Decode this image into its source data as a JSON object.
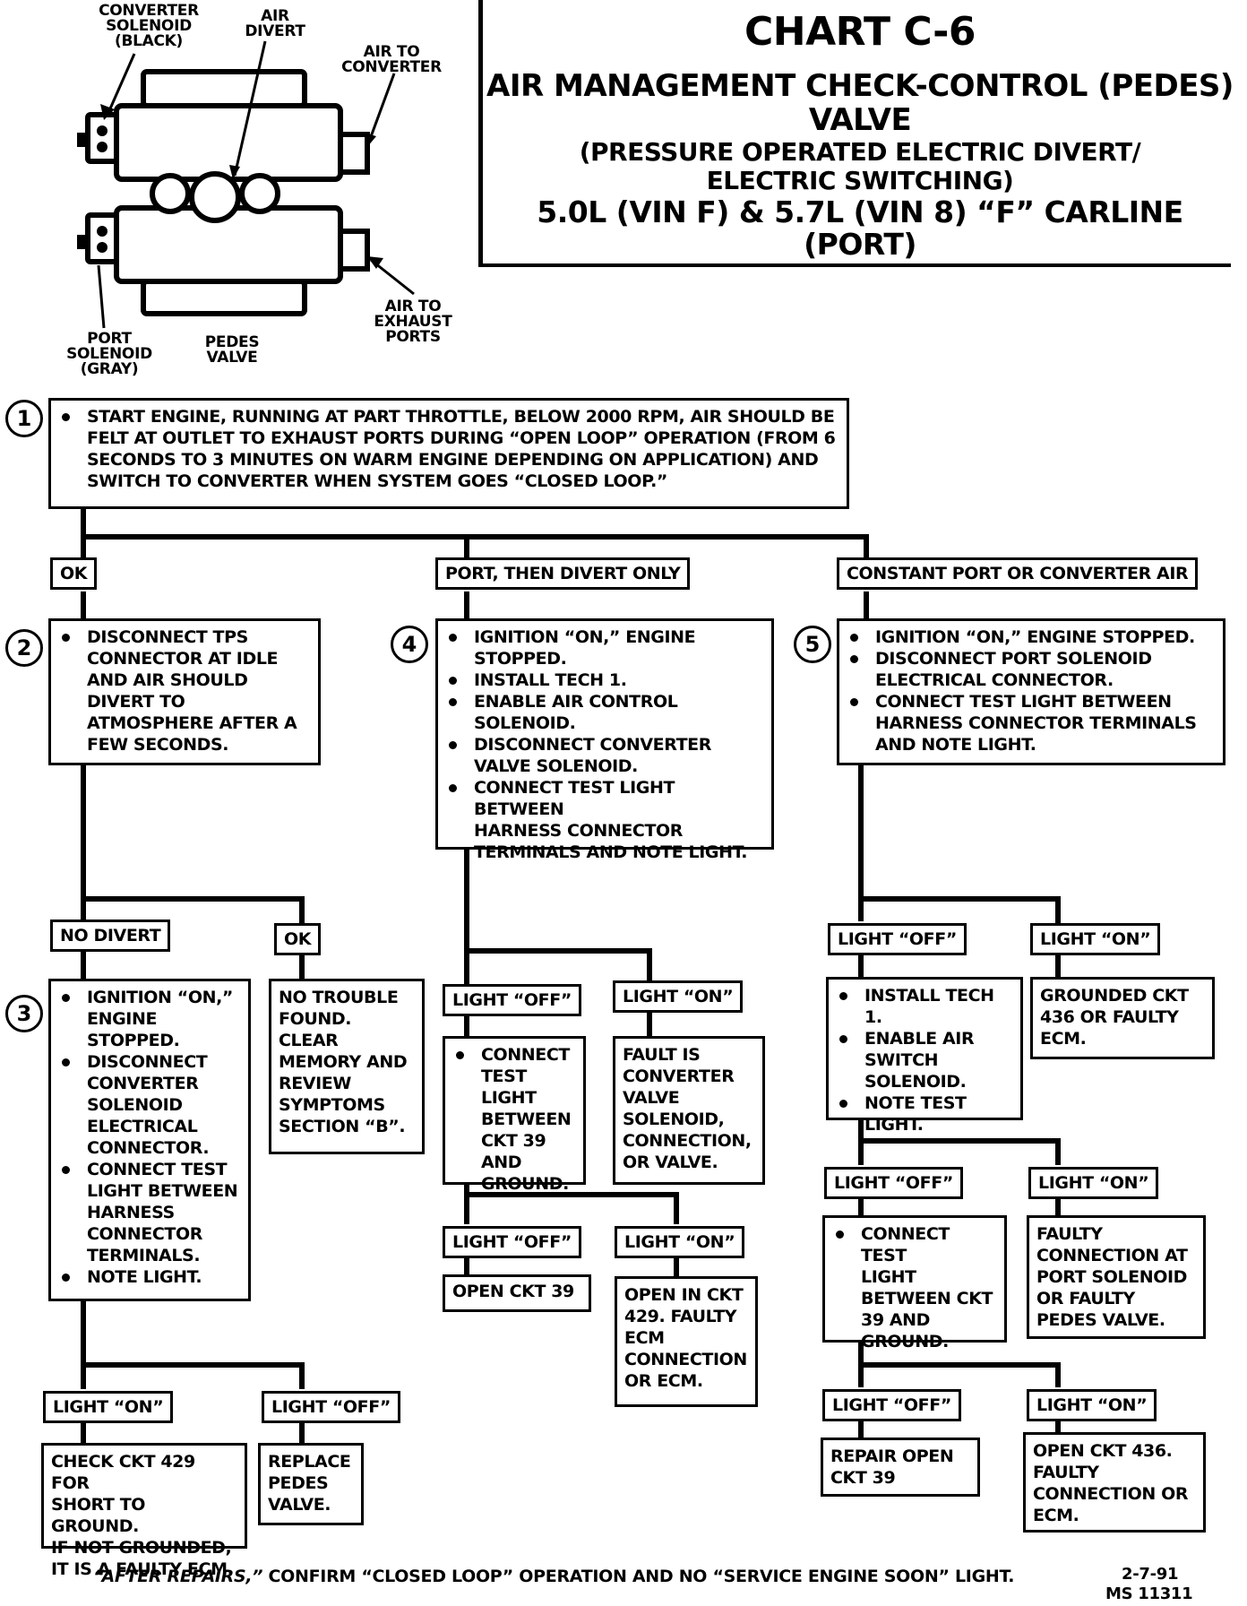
{
  "header": {
    "chart": "CHART C-6",
    "title_line1": "AIR MANAGEMENT CHECK-CONTROL (PEDES)",
    "title_line2": "VALVE",
    "subtitle_line1": "(PRESSURE OPERATED ELECTRIC DIVERT/",
    "subtitle_line2": "ELECTRIC SWITCHING)",
    "engine_line1": "5.0L  (VIN F)  &  5.7L  (VIN 8)  “F”  CARLINE",
    "engine_line2": "(PORT)"
  },
  "valve_diagram": {
    "converter_solenoid": "CONVERTER\nSOLENOID\n(BLACK)",
    "air_divert": "AIR\nDIVERT",
    "air_to_converter": "AIR TO\nCONVERTER",
    "air_to_exhaust": "AIR TO\nEXHAUST\nPORTS",
    "port_solenoid": "PORT\nSOLENOID\n(GRAY)",
    "pedes_valve": "PEDES\nVALVE"
  },
  "steps": {
    "s1": "1",
    "s2": "2",
    "s3": "3",
    "s4": "4",
    "s5": "5"
  },
  "box1": "START ENGINE, RUNNING AT PART THROTTLE, BELOW 2000 RPM, AIR SHOULD BE FELT AT OUTLET TO EXHAUST PORTS DURING “OPEN LOOP” OPERATION (FROM 6 SECONDS TO 3 MINUTES ON WARM ENGINE DEPENDING ON APPLICATION) AND SWITCH TO CONVERTER WHEN SYSTEM GOES “CLOSED LOOP.”",
  "labels": {
    "ok1": "OK",
    "port_then_divert": "PORT, THEN DIVERT ONLY",
    "constant_port": "CONSTANT PORT OR CONVERTER AIR",
    "no_divert": "NO DIVERT",
    "ok2": "OK",
    "b4_off": "LIGHT “OFF”",
    "b4_on": "LIGHT “ON”",
    "b4b_off": "LIGHT “OFF”",
    "b4b_on": "LIGHT “ON”",
    "b5_off": "LIGHT “OFF”",
    "b5_on": "LIGHT “ON”",
    "b5b_off": "LIGHT “OFF”",
    "b5b_on": "LIGHT “ON”",
    "b5c_off": "LIGHT “OFF”",
    "b5c_on": "LIGHT “ON”",
    "b3_on": "LIGHT “ON”",
    "b3_off": "LIGHT “OFF”"
  },
  "box2": "DISCONNECT TPS\nCONNECTOR AT IDLE\nAND AIR SHOULD\nDIVERT TO\nATMOSPHERE AFTER A\nFEW SECONDS.",
  "box4": [
    "IGNITION “ON,” ENGINE\nSTOPPED.",
    "INSTALL TECH 1.",
    "ENABLE AIR CONTROL\nSOLENOID.",
    "DISCONNECT  CONVERTER\nVALVE SOLENOID.",
    "CONNECT TEST LIGHT BETWEEN\nHARNESS CONNECTOR\nTERMINALS AND NOTE LIGHT."
  ],
  "box5": [
    "IGNITION “ON,” ENGINE STOPPED.",
    "DISCONNECT PORT SOLENOID\nELECTRICAL CONNECTOR.",
    "CONNECT TEST LIGHT BETWEEN\nHARNESS CONNECTOR TERMINALS\nAND NOTE LIGHT."
  ],
  "box3": [
    "IGNITION “ON,”\nENGINE\nSTOPPED.",
    "DISCONNECT\nCONVERTER\nSOLENOID\nELECTRICAL\nCONNECTOR.",
    "CONNECT TEST\nLIGHT BETWEEN\nHARNESS\nCONNECTOR\nTERMINALS.",
    "NOTE LIGHT."
  ],
  "box_no_trouble": "NO TROUBLE\nFOUND.\nCLEAR\nMEMORY AND\nREVIEW\nSYMPTOMS\nSECTION “B”.",
  "box4_off": [
    "CONNECT\nTEST LIGHT\nBETWEEN\nCKT 39\nAND\nGROUND."
  ],
  "box4_on": "FAULT IS\nCONVERTER\nVALVE\nSOLENOID,\nCONNECTION,\nOR VALVE.",
  "box4b_off": "OPEN CKT 39",
  "box4b_on": "OPEN IN CKT\n429.  FAULTY\nECM\nCONNECTION\nOR ECM.",
  "box5_off": [
    "INSTALL TECH 1.",
    "ENABLE AIR\nSWITCH\nSOLENOID.",
    "NOTE TEST\nLIGHT."
  ],
  "box5_on": "GROUNDED CKT\n436 OR FAULTY\nECM.",
  "box5b_off": [
    "CONNECT TEST\nLIGHT\nBETWEEN CKT\n39 AND\nGROUND."
  ],
  "box5b_on": "FAULTY\nCONNECTION AT\nPORT SOLENOID\nOR FAULTY\nPEDES VALVE.",
  "box5c_off": "REPAIR OPEN\nCKT 39",
  "box5c_on": "OPEN CKT 436.\nFAULTY\nCONNECTION OR\nECM.",
  "box3_on": "CHECK CKT 429 FOR\nSHORT TO GROUND.\nIF NOT GROUNDED,\nIT IS A FAULTY ECM.",
  "box3_off": "REPLACE\nPEDES\nVALVE.",
  "footer": {
    "note_emph": "“AFTER REPAIRS,”",
    "note_rest": " CONFIRM “CLOSED LOOP” OPERATION AND NO “SERVICE ENGINE SOON” LIGHT.",
    "date": "2-7-91",
    "ms": "MS 11311"
  }
}
